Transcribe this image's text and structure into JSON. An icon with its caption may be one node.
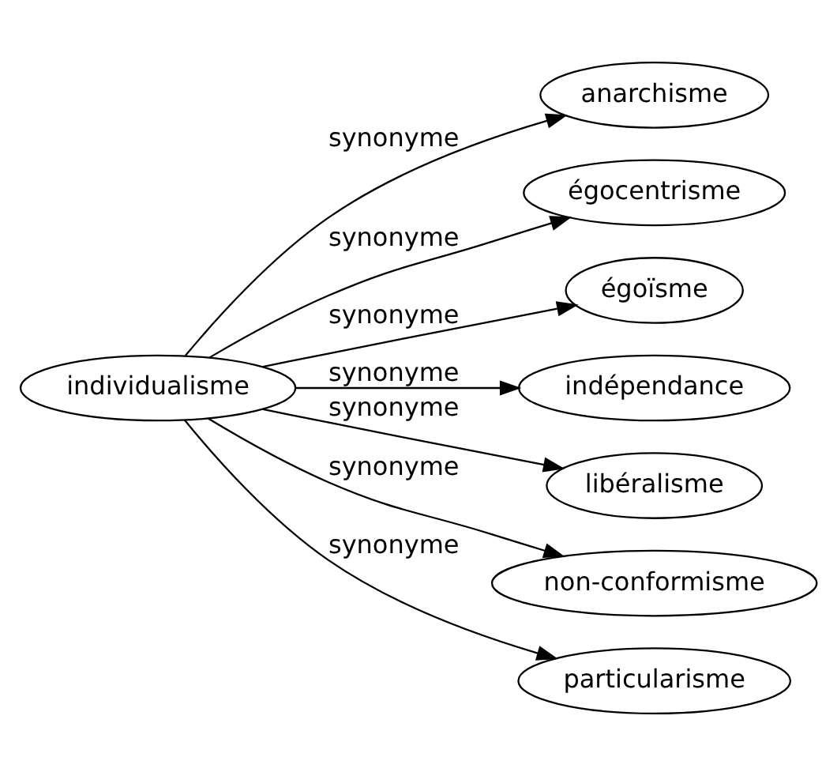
{
  "diagram": {
    "nodes": [
      {
        "text": [
          "individualisme"
        ]
      },
      {
        "text": [
          "anarchisme"
        ]
      },
      {
        "text": [
          "égocentrisme"
        ]
      },
      {
        "text": [
          "égoïsme"
        ]
      },
      {
        "text": [
          "indépendance"
        ]
      },
      {
        "text": [
          "libéralisme"
        ]
      },
      {
        "text": [
          "non-conformisme"
        ]
      },
      {
        "text": [
          "particularisme"
        ]
      }
    ],
    "edges": [
      {
        "from": 0,
        "to": 1,
        "arrow": "to",
        "label": "synonyme"
      },
      {
        "from": 0,
        "to": 2,
        "arrow": "to",
        "label": "synonyme"
      },
      {
        "from": 0,
        "to": 3,
        "arrow": "to",
        "label": "synonyme"
      },
      {
        "from": 0,
        "to": 4,
        "arrow": "to",
        "label": "synonyme"
      },
      {
        "from": 0,
        "to": 5,
        "arrow": "to",
        "label": "synonyme"
      },
      {
        "from": 0,
        "to": 6,
        "arrow": "to",
        "label": "synonyme"
      },
      {
        "from": 0,
        "to": 7,
        "arrow": "to",
        "label": "synonyme"
      }
    ]
  }
}
